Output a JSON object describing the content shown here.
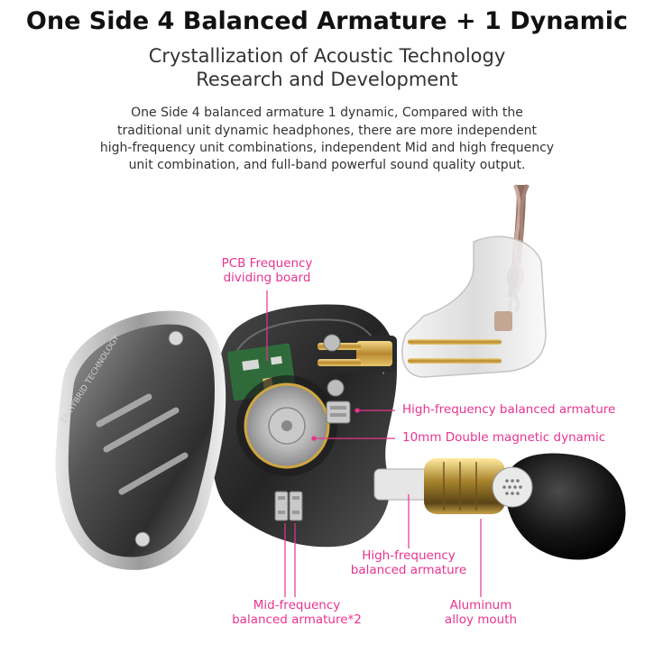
{
  "header": {
    "title": "One Side 4 Balanced Armature + 1 Dynamic",
    "subtitle_line1": "Crystallization of Acoustic Technology",
    "subtitle_line2": "Research and Development"
  },
  "description": {
    "line1": "One Side 4 balanced armature 1 dynamic, Compared with the",
    "line2": "traditional unit dynamic headphones, there are more independent",
    "line3": "high-frequency unit combinations, independent Mid and high frequency",
    "line4": "unit combination, and full-band powerful sound quality output."
  },
  "shell_engraving": "10 HYBRID TECHNOLOGY",
  "callouts": {
    "pcb_line1": "PCB Frequency",
    "pcb_line2": "dividing board",
    "hf_ba_right": "High-frequency balanced armature",
    "dynamic": "10mm Double magnetic dynamic",
    "hf_ba_bottom_line1": "High-frequency",
    "hf_ba_bottom_line2": "balanced armature",
    "mid_line1": "Mid-frequency",
    "mid_line2": "balanced armature*2",
    "aluminum_line1": "Aluminum",
    "aluminum_line2": "alloy mouth"
  },
  "colors": {
    "accent": "#e8338f",
    "headline": "#111111",
    "body_text": "#333333"
  }
}
